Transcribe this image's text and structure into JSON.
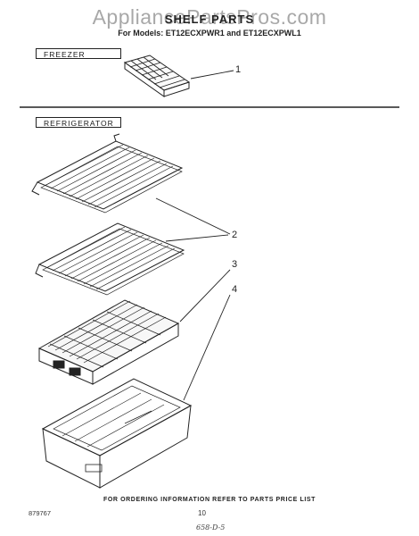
{
  "watermark": "AppliancePartsPros.com",
  "header": {
    "title": "SHELF PARTS",
    "models": "For Models: ET12ECXPWR1 and ET12ECXPWL1"
  },
  "sections": {
    "freezer": "FREEZER",
    "refrigerator": "REFRIGERATOR"
  },
  "callouts": [
    "1",
    "2",
    "3",
    "4"
  ],
  "footer": {
    "ordering_note": "FOR ORDERING INFORMATION REFER TO PARTS PRICE LIST",
    "document_code": "879767",
    "page_number": "10",
    "handwritten_note": "658-D-5"
  }
}
